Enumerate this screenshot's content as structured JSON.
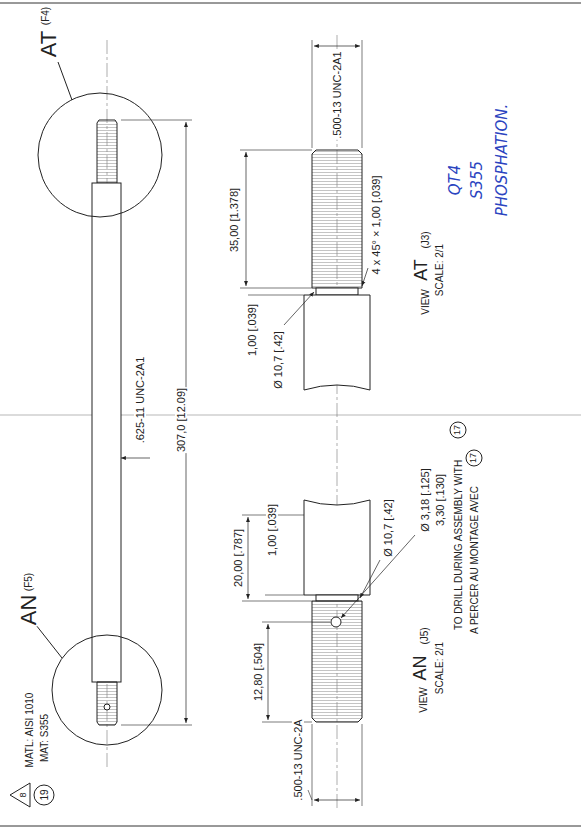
{
  "diagram": {
    "labels": [
      "(F4)",
      "AT",
      "(F5)",
      "AN",
      ".625-11 UNC-2A1",
      "307,0 [12.09]",
      ".500-13 UNC-2A1",
      "35,00 [1.378]",
      "1,00 [.039]",
      "Ø 10,7 [.42]",
      "4 x 45° × 1,00 [.039]",
      "VIEW",
      "AT",
      "(J3)",
      "SCALE: 2/1",
      "QT4",
      "S355",
      "PHOSPHATION.",
      "20,00 [.787]",
      "1,00 [.039]",
      "Ø 10,7 [.42]",
      "12,80 [.504]",
      ".500-13 UNC-2A",
      "Ø 3,18 [.125]",
      "3,30 [.130]",
      "VIEW",
      "AN",
      "(J5)",
      "SCALE: 2/1",
      "TO DRILL DURING ASSEMBLY WITH",
      "17",
      "A PERCER AU MONTAGE AVEC",
      "17",
      "8",
      "19",
      "MATL: AISI 1010",
      "MAT: S355"
    ]
  }
}
